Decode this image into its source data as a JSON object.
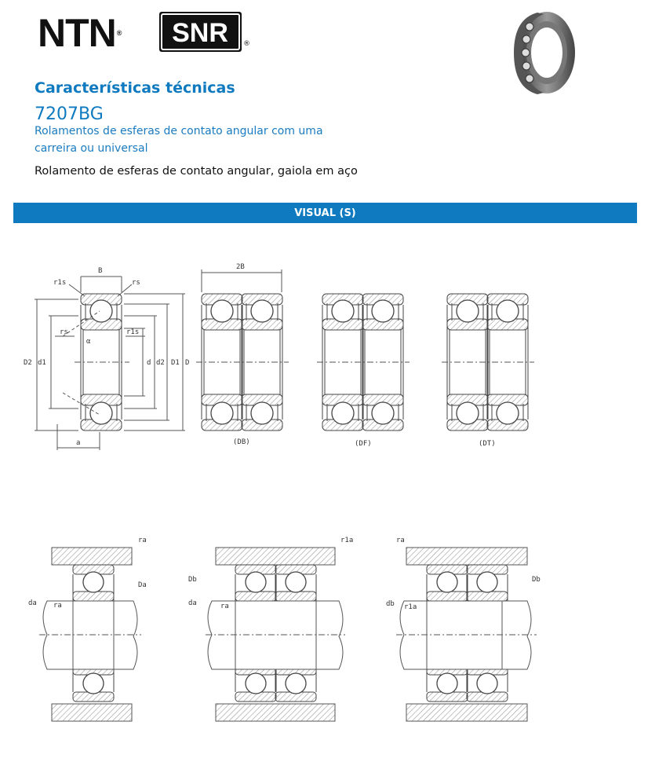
{
  "header": {
    "logo_ntn_text": "NTN",
    "logo_snr_text": "SNR",
    "registered_mark": "®"
  },
  "product": {
    "section_title": "Características técnicas",
    "model": "7207BG",
    "category": "Rolamentos de esferas de contato angular com uma carreira ou universal",
    "description": "Rolamento de esferas de contato angular, gaiola em aço"
  },
  "band": {
    "label": "VISUAL (S)"
  },
  "drawing_labels": {
    "B": "B",
    "2B": "2B",
    "r1s": "r1s",
    "rs": "rs",
    "alpha": "α",
    "D2": "D2",
    "d1": "d1",
    "d": "d",
    "d2": "d2",
    "D1": "D1",
    "D": "D",
    "a": "a",
    "DB": "(DB)",
    "DF": "(DF)",
    "DT": "(DT)",
    "ra": "ra",
    "r1a": "r1a",
    "Da": "Da",
    "Db": "Db",
    "da": "da",
    "db": "db"
  },
  "colors": {
    "brand_blue": "#0f7ac0",
    "line_gray": "#555555",
    "hatch_gray": "#999999"
  }
}
